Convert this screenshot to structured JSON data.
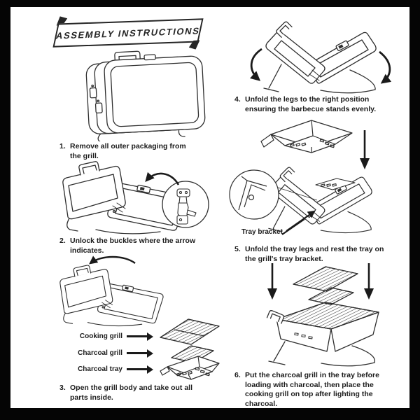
{
  "banner": {
    "title": "ASSEMBLY INSTRUCTIONS"
  },
  "steps": [
    {
      "num": "1.",
      "text": "Remove all outer packaging from\nthe grill."
    },
    {
      "num": "2.",
      "text": "Unlock the buckles where the arrow\nindicates."
    },
    {
      "num": "3.",
      "text": "Open the grill body and take out all\nparts inside."
    },
    {
      "num": "4.",
      "text": "Unfold the legs to the right position\nensuring the barbecue stands evenly."
    },
    {
      "num": "5.",
      "text": "Unfold the tray legs and rest the tray on\nthe grill's tray bracket."
    },
    {
      "num": "6.",
      "text": "Put the charcoal grill in the tray before\nloading with charcoal, then place the\ncooking grill on top after lighting the\ncharcoal."
    }
  ],
  "part_labels": {
    "cooking_grill": "Cooking grill",
    "charcoal_grill": "Charcoal grill",
    "charcoal_tray": "Charcoal tray",
    "tray_bracket": "Tray bracket"
  },
  "figures": [
    "closed-suitcase-grill",
    "grill-with-buckle-detail-magnifier",
    "open-grill-with-exploded-parts",
    "grill-legs-unfolded-v-stand",
    "charcoal-tray-lowered-onto-bracket",
    "grills-lowered-into-assembled-barbecue"
  ],
  "colors": {
    "page_background": "#ffffff",
    "outer_frame": "#050505",
    "line_art_ink": "#2e2e2e",
    "text_ink": "#1b1b1b"
  }
}
